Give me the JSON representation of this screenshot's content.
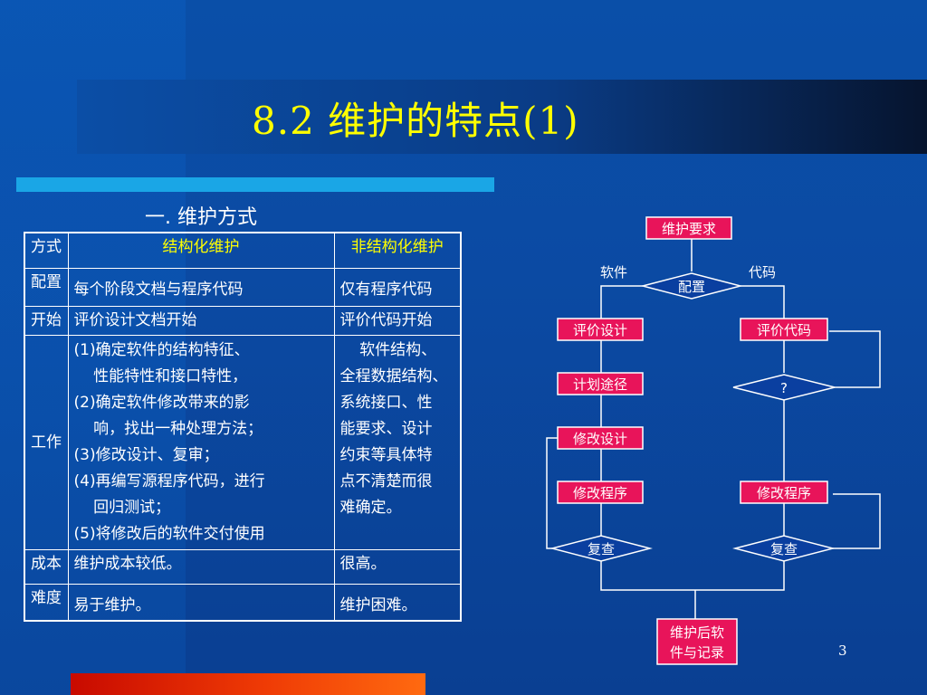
{
  "slide": {
    "title": "8.2  维护的特点(1)",
    "subtitle": "一.  维护方式",
    "page_number": "3"
  },
  "table": {
    "headers": [
      "方式",
      "结构化维护",
      "非结构化维护"
    ],
    "rows": [
      {
        "label": "配置",
        "structured": "每个阶段文档与程序代码",
        "unstructured": "仅有程序代码"
      },
      {
        "label": "开始",
        "structured": "评价设计文档开始",
        "unstructured": "评价代码开始"
      },
      {
        "label": "工作",
        "structured_lines": [
          "(1)确定软件的结构特征、",
          "    性能特性和接口特性，",
          "(2)确定软件修改带来的影",
          "    响，找出一种处理方法；",
          "(3)修改设计、复审；",
          "(4)再编写源程序代码，进行",
          "    回归测试；",
          "(5)将修改后的软件交付使用"
        ],
        "unstructured_lines": [
          "    软件结构、",
          "全程数据结构、",
          "系统接口、性",
          "能要求、设计",
          "约束等具体特",
          "点不清楚而很",
          "难确定。"
        ]
      },
      {
        "label": "成本",
        "structured": "维护成本较低。",
        "unstructured": "很高。"
      },
      {
        "label": "难度",
        "structured": "易于维护。",
        "unstructured": "维护困难。"
      }
    ]
  },
  "flowchart": {
    "start": "维护要求",
    "branch_left": "软件",
    "branch_right": "代码",
    "decision": "配置",
    "left_steps": [
      "评价设计",
      "计划途径",
      "修改设计",
      "修改程序"
    ],
    "right_steps": [
      "评价代码",
      "修改程序"
    ],
    "right_decision": "?",
    "review_left": "复查",
    "review_right": "复查",
    "end_line1": "维护后软",
    "end_line2": "件与记录"
  },
  "colors": {
    "background": "#0a4fa8",
    "title": "#ffff00",
    "header_text": "#ffff00",
    "flow_box": "#e8145a",
    "accent_bar": "#1aa6e6",
    "bottom_bar": "#e03005"
  }
}
